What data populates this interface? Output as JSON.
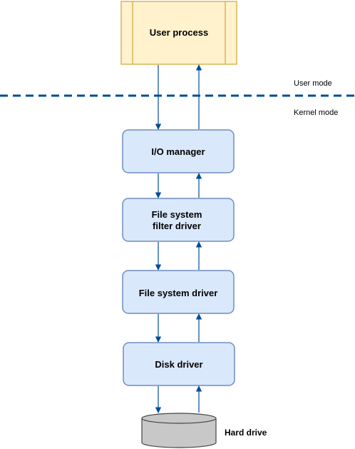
{
  "diagram": {
    "user_process": "User process",
    "user_mode": "User mode",
    "kernel_mode": "Kernel mode",
    "boxes": {
      "io_manager": "I/O manager",
      "filter_driver_line1": "File system",
      "filter_driver_line2": "filter driver",
      "fs_driver": "File system driver",
      "disk_driver": "Disk driver"
    },
    "hard_drive": "Hard drive"
  },
  "colors": {
    "process_fill": "#fff2cc",
    "process_stroke": "#d6b656",
    "box_fill": "#dae8fc",
    "box_stroke": "#6c8ebf",
    "arrow": "#004c99",
    "divider": "#004c99",
    "drive_fill": "#c8c8c8",
    "drive_stroke": "#444444"
  }
}
